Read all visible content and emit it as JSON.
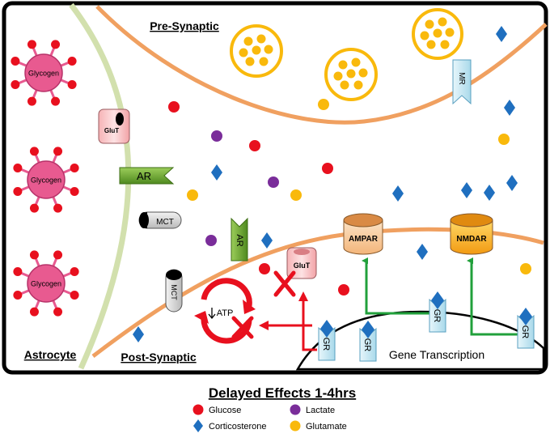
{
  "regions": {
    "pre_synaptic": "Pre-Synaptic",
    "post_synaptic": "Post-Synaptic",
    "astrocyte": "Astrocyte",
    "gene_transcription": "Gene Transcription"
  },
  "glycogen_label": "Glycogen",
  "receptors": {
    "glut": "GluT",
    "ar": "AR",
    "mct": "MCT",
    "mr": "MR",
    "gr": "GR",
    "ampar": "AMPAR",
    "nmdar": "NMDAR",
    "atp": "ATP"
  },
  "legend": {
    "title": "Delayed Effects 1-4hrs",
    "items": [
      {
        "label": "Glucose",
        "shape": "circle",
        "color": "#e8101e"
      },
      {
        "label": "Lactate",
        "shape": "circle",
        "color": "#7a2d9a"
      },
      {
        "label": "Corticosterone",
        "shape": "diamond",
        "color": "#1f6fbf"
      },
      {
        "label": "Glutamate",
        "shape": "circle",
        "color": "#f9b90c"
      }
    ]
  },
  "colors": {
    "glucose": "#e8101e",
    "lactate": "#7a2d9a",
    "corticosterone": "#1f6fbf",
    "glutamate": "#f9b90c",
    "membrane": "#f0a060",
    "astro_membrane": "#c9d9a4",
    "green_arrow": "#21a03b",
    "red_arrow": "#e8101e",
    "glycogen": "#e85a90"
  }
}
